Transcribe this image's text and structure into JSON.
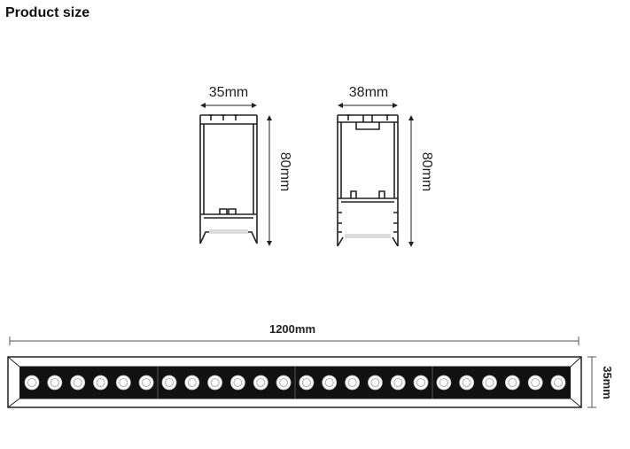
{
  "heading": "Product size",
  "profile_a": {
    "width_label": "35mm",
    "height_label": "80mm"
  },
  "profile_b": {
    "width_label": "38mm",
    "height_label": "80mm"
  },
  "bar": {
    "length_label": "1200mm",
    "height_label": "35mm",
    "lens_count": 24,
    "segments": 4
  },
  "colors": {
    "line": "#222222",
    "fill": "#111111",
    "lens": "#ffffff",
    "diffuser": "#dddddd"
  }
}
